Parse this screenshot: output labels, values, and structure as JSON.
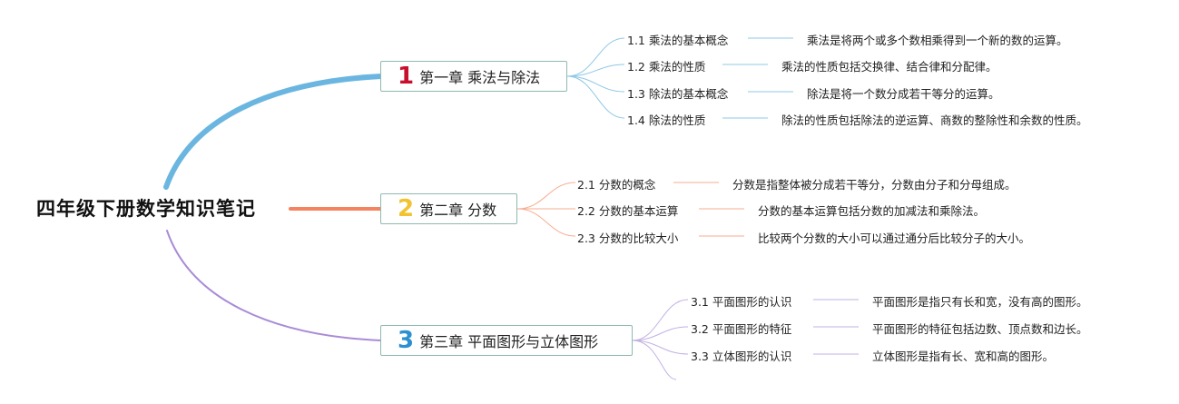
{
  "root": {
    "title": "四年级下册数学知识笔记"
  },
  "chapters": [
    {
      "number": "1",
      "title": "第一章 乘法与除法",
      "color": "#c8102e",
      "branch_color": "#6bb6e0",
      "topics": [
        {
          "label": "1.1 乘法的基本概念",
          "desc": "乘法是将两个或多个数相乘得到一个新的数的运算。"
        },
        {
          "label": "1.2 乘法的性质",
          "desc": "乘法的性质包括交换律、结合律和分配律。"
        },
        {
          "label": "1.3 除法的基本概念",
          "desc": "除法是将一个数分成若干等分的运算。"
        },
        {
          "label": "1.4 除法的性质",
          "desc": "除法的性质包括除法的逆运算、商数的整除性和余数的性质。"
        }
      ]
    },
    {
      "number": "2",
      "title": "第二章 分数",
      "color": "#f2c230",
      "branch_color": "#f4845f",
      "topics": [
        {
          "label": "2.1 分数的概念",
          "desc": "分数是指整体被分成若干等分，分数由分子和分母组成。"
        },
        {
          "label": "2.2 分数的基本运算",
          "desc": "分数的基本运算包括分数的加减法和乘除法。"
        },
        {
          "label": "2.3 分数的比较大小",
          "desc": "比较两个分数的大小可以通过通分后比较分子的大小。"
        }
      ]
    },
    {
      "number": "3",
      "title": "第三章 平面图形与立体图形",
      "color": "#2b8fd0",
      "branch_color": "#a98bd6",
      "topics": [
        {
          "label": "3.1 平面图形的认识",
          "desc": "平面图形是指只有长和宽，没有高的图形。"
        },
        {
          "label": "3.2 平面图形的特征",
          "desc": "平面图形的特征包括边数、顶点数和边长。"
        },
        {
          "label": "3.3 立体图形的认识",
          "desc": "立体图形是指有长、宽和高的图形。"
        }
      ]
    }
  ]
}
